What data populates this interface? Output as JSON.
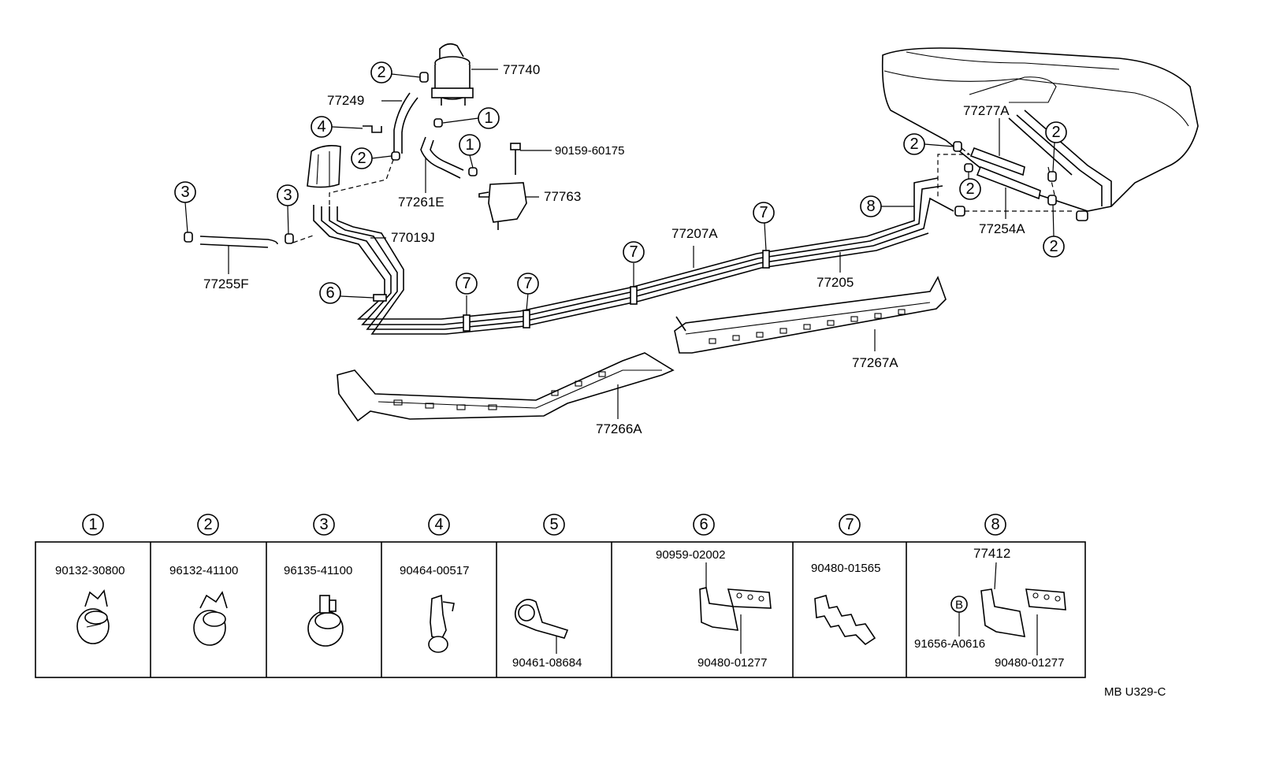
{
  "diagram": {
    "parts": {
      "p77740": "77740",
      "p77249": "77249",
      "p90159": "90159-60175",
      "p77261E": "77261E",
      "p77763": "77763",
      "p77019J": "77019J",
      "p77255F": "77255F",
      "p77207A": "77207A",
      "p77205": "77205",
      "p77277A": "77277A",
      "p77254A": "77254A",
      "p77267A": "77267A",
      "p77266A": "77266A"
    },
    "callouts": {
      "c1": "1",
      "c2": "2",
      "c3": "3",
      "c4": "4",
      "c5": "5",
      "c6": "6",
      "c7": "7",
      "c8": "8"
    },
    "legend": [
      {
        "key": "1",
        "parts": [
          "90132-30800"
        ]
      },
      {
        "key": "2",
        "parts": [
          "96132-41100"
        ]
      },
      {
        "key": "3",
        "parts": [
          "96135-41100"
        ]
      },
      {
        "key": "4",
        "parts": [
          "90464-00517"
        ]
      },
      {
        "key": "5",
        "parts": [
          "90461-08684"
        ]
      },
      {
        "key": "6",
        "parts": [
          "90959-02002",
          "90480-01277"
        ]
      },
      {
        "key": "7",
        "parts": [
          "90480-01565"
        ]
      },
      {
        "key": "8",
        "parts": [
          "77412",
          "91656-A0616",
          "90480-01277"
        ],
        "sub_marker": "B"
      }
    ],
    "reference_code": "MB U329-C"
  }
}
